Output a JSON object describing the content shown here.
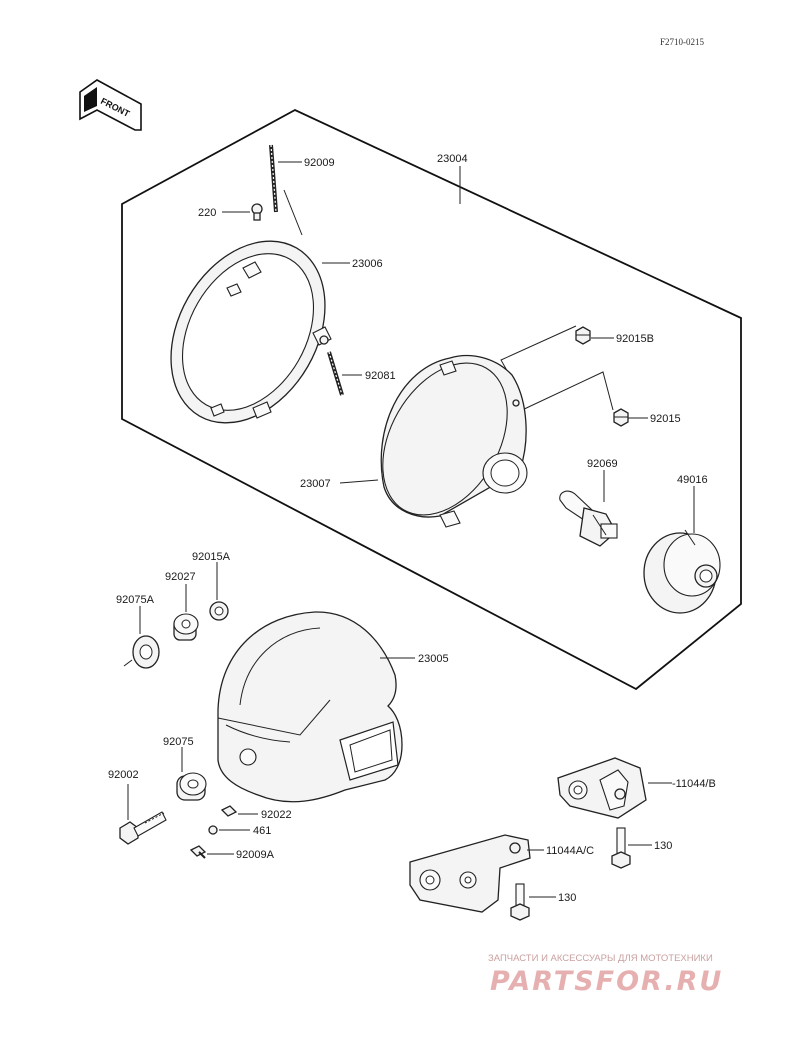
{
  "diagram_code": "F2710-0215",
  "front_label": "FRONT",
  "assembly_label": "23004",
  "parts": [
    {
      "id": "92009-top",
      "label": "92009"
    },
    {
      "id": "220",
      "label": "220"
    },
    {
      "id": "23006",
      "label": "23006"
    },
    {
      "id": "92081",
      "label": "92081"
    },
    {
      "id": "92015B",
      "label": "92015B"
    },
    {
      "id": "92015",
      "label": "92015"
    },
    {
      "id": "23007",
      "label": "23007"
    },
    {
      "id": "92069",
      "label": "92069"
    },
    {
      "id": "49016",
      "label": "49016"
    },
    {
      "id": "92015A",
      "label": "92015A"
    },
    {
      "id": "92027",
      "label": "92027"
    },
    {
      "id": "92075A",
      "label": "92075A"
    },
    {
      "id": "23005",
      "label": "23005"
    },
    {
      "id": "92075",
      "label": "92075"
    },
    {
      "id": "92002",
      "label": "92002"
    },
    {
      "id": "92022",
      "label": "92022"
    },
    {
      "id": "461",
      "label": "461"
    },
    {
      "id": "92009A",
      "label": "92009A"
    },
    {
      "id": "11044B",
      "label": "-11044/B"
    },
    {
      "id": "130-upper",
      "label": "130"
    },
    {
      "id": "11044AC",
      "label": "11044A/C"
    },
    {
      "id": "130-lower",
      "label": "130"
    }
  ],
  "watermark": {
    "caption": "ЗАПЧАСТИ И АКСЕССУАРЫ ДЛЯ МОТОТЕХНИКИ",
    "logo": "PARTSFOR.RU"
  }
}
